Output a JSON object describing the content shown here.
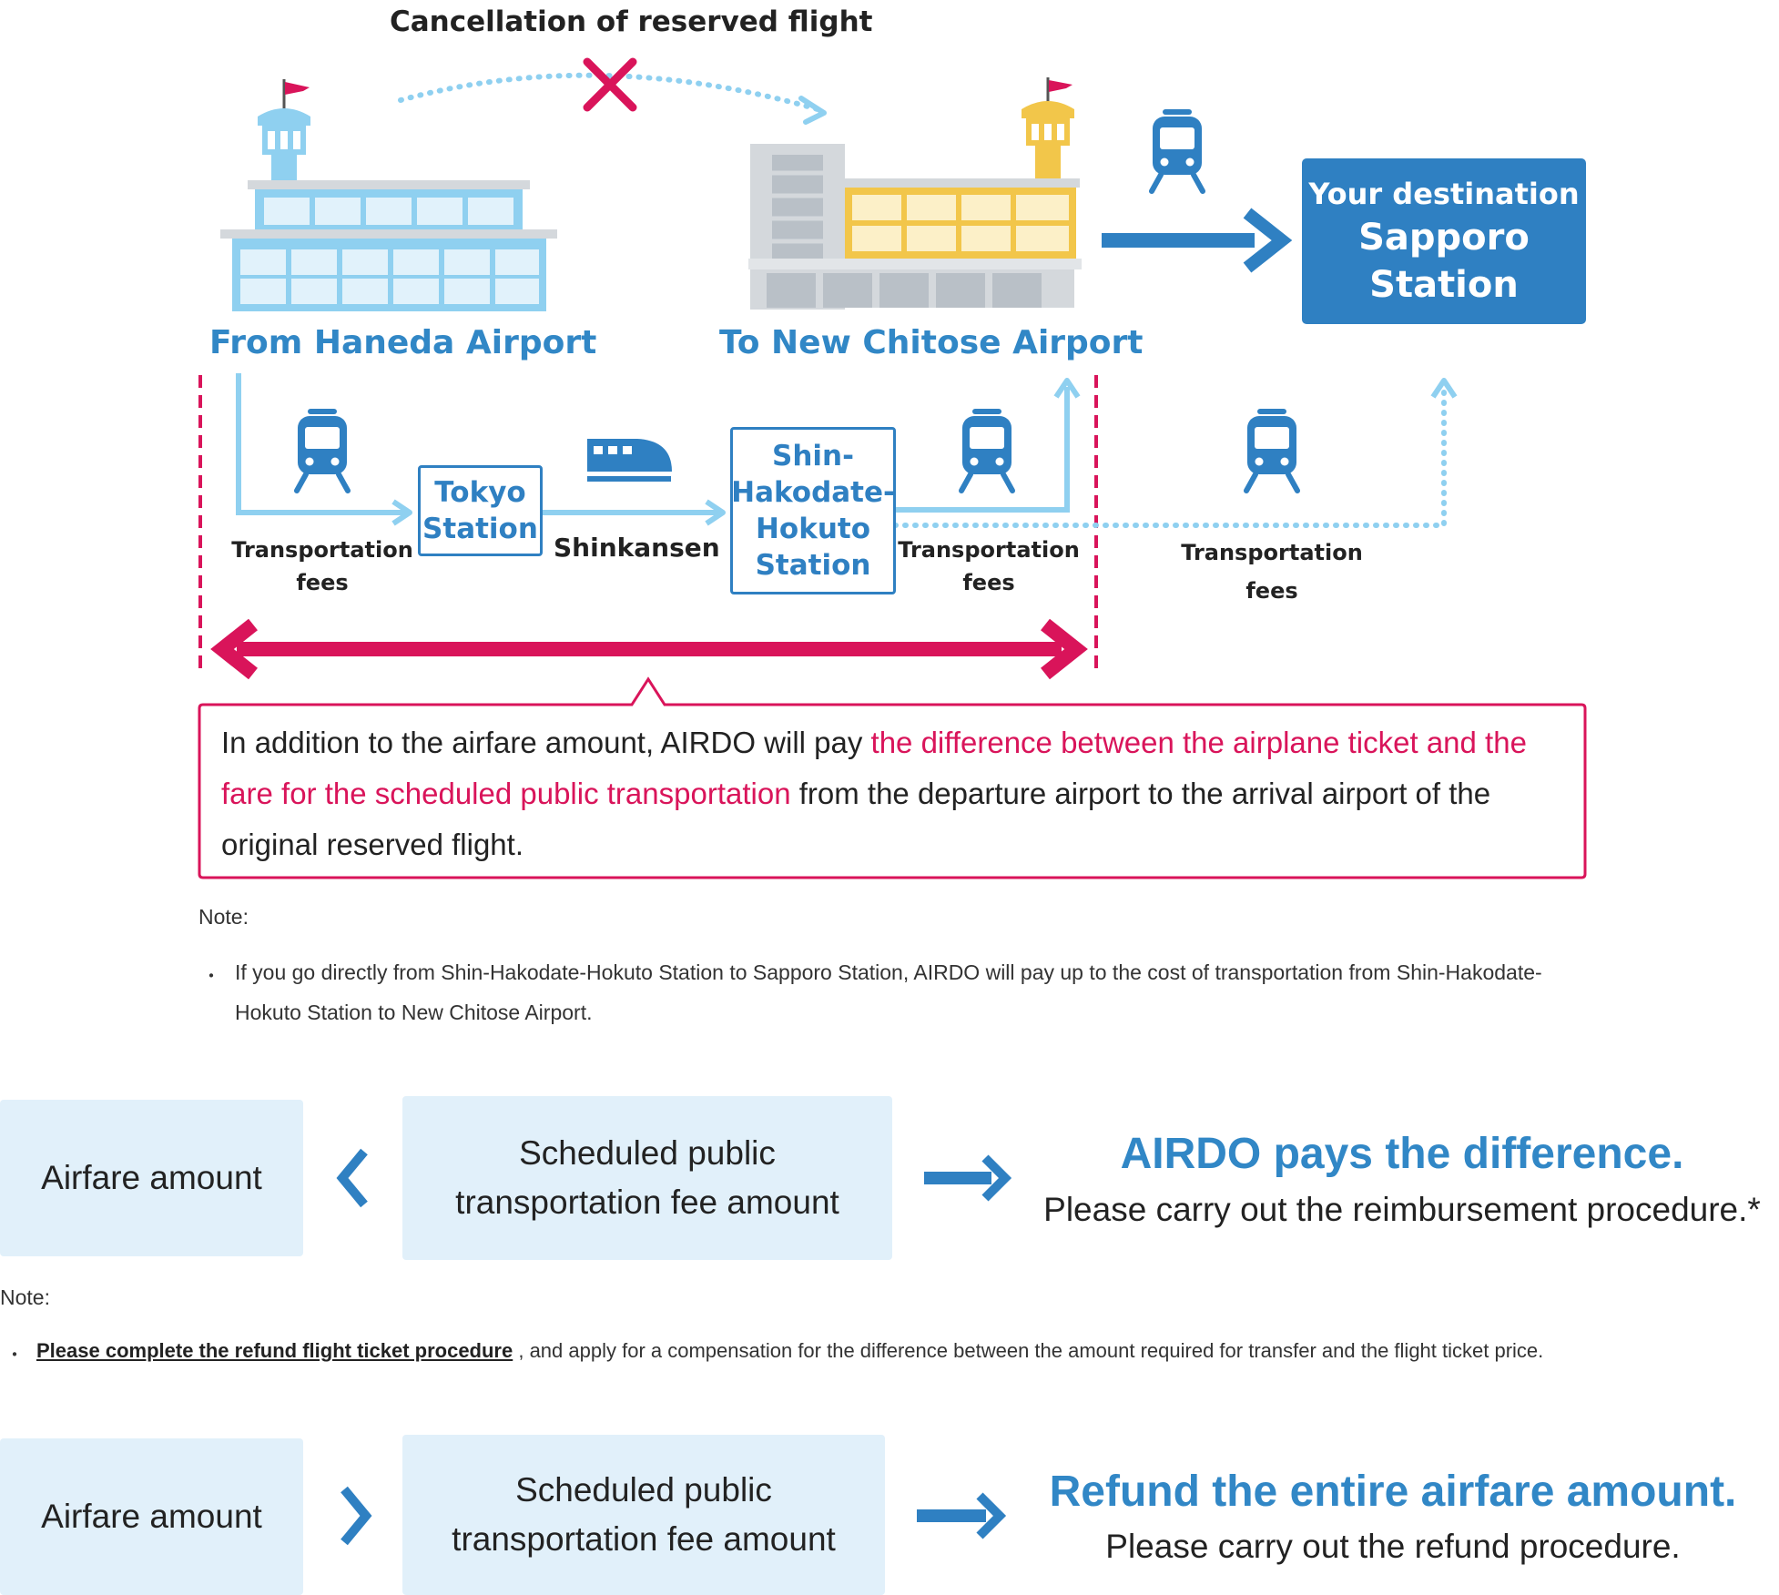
{
  "diagram": {
    "title": "Cancellation of reserved flight",
    "origin_airport": "From Haneda Airport",
    "arrival_airport": "To New Chitose Airport",
    "destination": {
      "line1": "Your destination",
      "line2": "Sapporo",
      "line3": "Station"
    },
    "tokyo_station": {
      "line1": "Tokyo",
      "line2": "Station"
    },
    "shin_hakodate_station": {
      "line1": "Shin-",
      "line2": "Hakodate-",
      "line3": "Hokuto",
      "line4": "Station"
    },
    "shinkansen_label": "Shinkansen",
    "fees_1": {
      "line1": "Transportation",
      "line2": "fees"
    },
    "fees_2": {
      "line1": "Transportation",
      "line2": "fees"
    },
    "fees_3": {
      "line1": "Transportation",
      "line2": "fees"
    },
    "colors": {
      "blue": "#2f80c2",
      "light_blue": "#8fd0f0",
      "crimson": "#d9145a"
    }
  },
  "callout": {
    "part1": "In addition to the airfare amount, AIRDO will pay ",
    "highlight": "the difference between the airplane ticket and the fare for the scheduled public transportation",
    "part2": " from the departure airport to the arrival airport of the original reserved flight."
  },
  "note1": {
    "heading": "Note:",
    "bullet": "・",
    "text": "If you go directly from Shin-Hakodate-Hokuto Station to Sapporo Station, AIRDO will pay up to the cost of transportation from Shin-Hakodate-Hokuto Station to New Chitose Airport."
  },
  "case1": {
    "airfare": "Airfare amount",
    "comparator": "<",
    "public_fee": {
      "line1": "Scheduled public",
      "line2": "transportation fee amount"
    },
    "result_title": "AIRDO pays the difference.",
    "result_sub": "Please carry out the reimbursement procedure.*"
  },
  "note2": {
    "heading": "Note:",
    "bullet": "・",
    "link": "Please complete the refund flight ticket procedure",
    "text": " , and apply for a compensation for the difference between the amount required for transfer and the flight ticket price."
  },
  "case2": {
    "airfare": "Airfare amount",
    "comparator": ">",
    "public_fee": {
      "line1": "Scheduled public",
      "line2": "transportation fee amount"
    },
    "result_title": "Refund the entire airfare amount.",
    "result_sub": "Please carry out the refund procedure."
  }
}
